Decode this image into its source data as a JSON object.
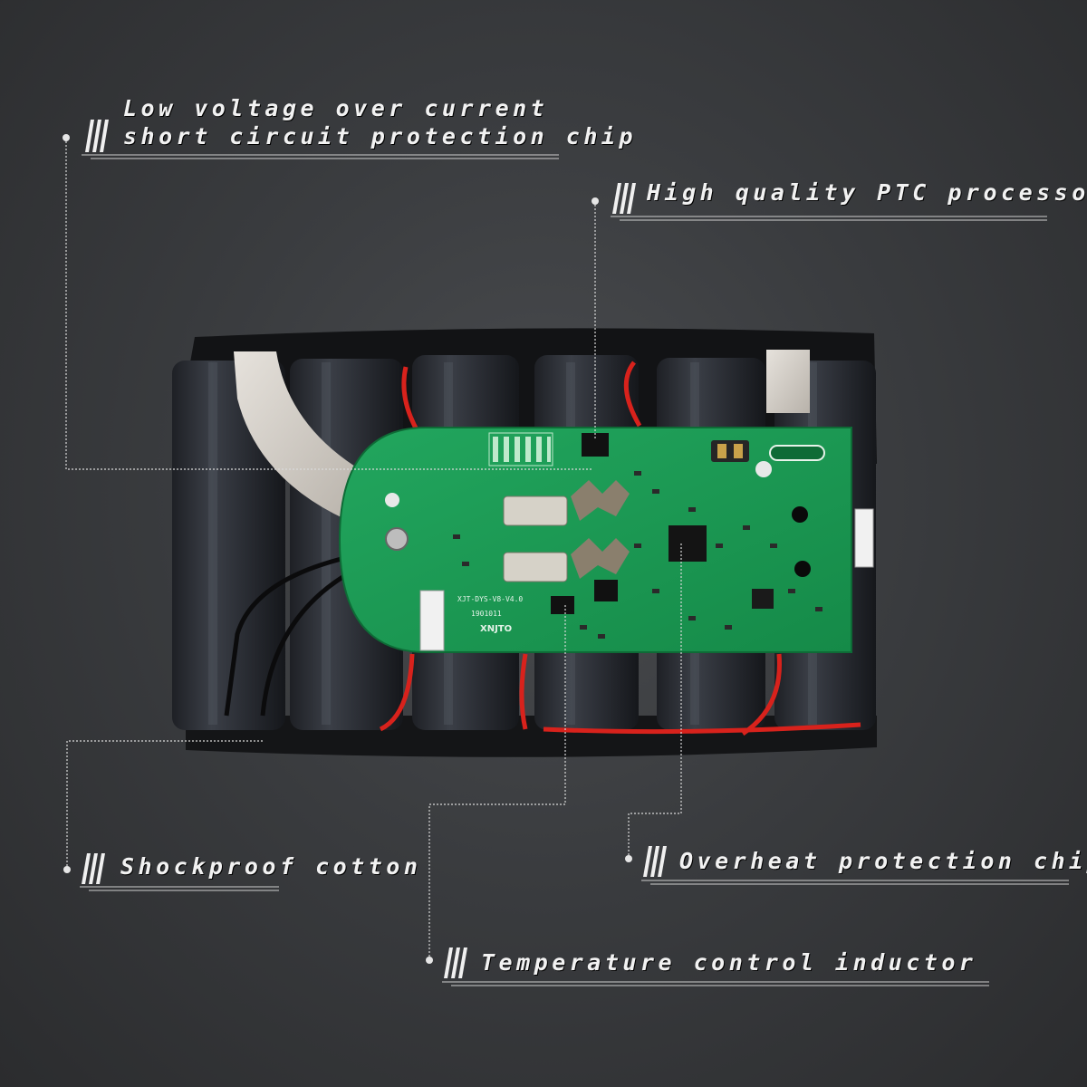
{
  "callouts": {
    "low_voltage_line1": "Low voltage over current",
    "low_voltage_line2": "short circuit protection chip",
    "ptc_processor": "High quality PTC processor",
    "shockproof": "Shockproof cotton",
    "overheat": "Overheat protection chip",
    "temperature": "Temperature control inductor"
  },
  "board": {
    "silkscreen_model": "XJT-DYS-V8-V4.0",
    "silkscreen_date": "1901011",
    "brand": "XNJTO"
  },
  "colors": {
    "background": "#3a3c3f",
    "pcb_green": "#1f9a55",
    "cell_dark": "#2a2d33",
    "wire_red": "#d8221c",
    "label_text": "#f2f2f2"
  }
}
